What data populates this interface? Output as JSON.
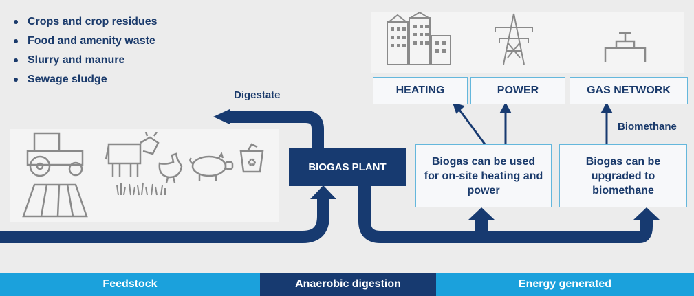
{
  "feedstock_items": [
    "Crops and crop residues",
    "Food and amenity waste",
    "Slurry and manure",
    "Sewage sludge"
  ],
  "labels": {
    "digestate": "Digestate",
    "biogas_plant": "BIOGAS PLANT",
    "biomethane": "Biomethane"
  },
  "outputs": {
    "heating": "HEATING",
    "power": "POWER",
    "gas_network": "GAS NETWORK"
  },
  "boxes": {
    "onsite": "Biogas can be used for on-site heating and power",
    "upgraded": "Biogas can be upgraded to biomethane"
  },
  "stages": {
    "feedstock": "Feedstock",
    "digestion": "Anaerobic digestion",
    "energy": "Energy generated"
  },
  "colors": {
    "navy": "#173a70",
    "light_blue": "#1ba1dc",
    "box_border": "#64b7dc",
    "icon_gray": "#8a8a8a",
    "background": "#ececec"
  },
  "icons": [
    "buildings-icon",
    "power-pylon-icon",
    "gas-pipe-valve-icon",
    "tractor-icon",
    "field-icon",
    "cow-icon",
    "chicken-icon",
    "pig-icon",
    "recycle-bin-icon",
    "grass-icon"
  ]
}
